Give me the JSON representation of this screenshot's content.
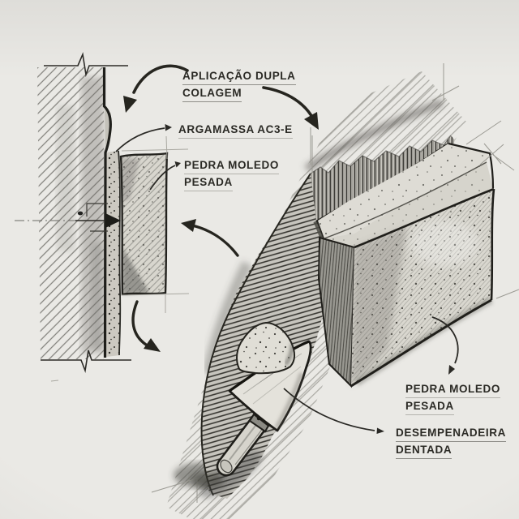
{
  "sketch": {
    "kind": "hand-drawn construction detail sketch",
    "views": {
      "left": "wall cross-section with adhesive mortar and stone",
      "right": "perspective of combed mortar bed, stone slab and notched trowel"
    }
  },
  "colors": {
    "paper": "#eae9e5",
    "ink": "#23221e",
    "pencil": "#8e8d87",
    "shadow": "#4e4d46"
  },
  "labels": {
    "application": {
      "line1": "APLICAÇÃO DUPLA",
      "line2": "COLAGEM"
    },
    "mortar": {
      "line1": "ARGAMASSA AC3-E"
    },
    "stone_left": {
      "line1": "PEDRA MOLEDO",
      "line2": "PESADA"
    },
    "stone_right": {
      "line1": "PEDRA MOLEDO",
      "line2": "PESADA"
    },
    "trowel": {
      "line1": "DESEMPENADEIRA",
      "line2": "DENTADA"
    }
  }
}
